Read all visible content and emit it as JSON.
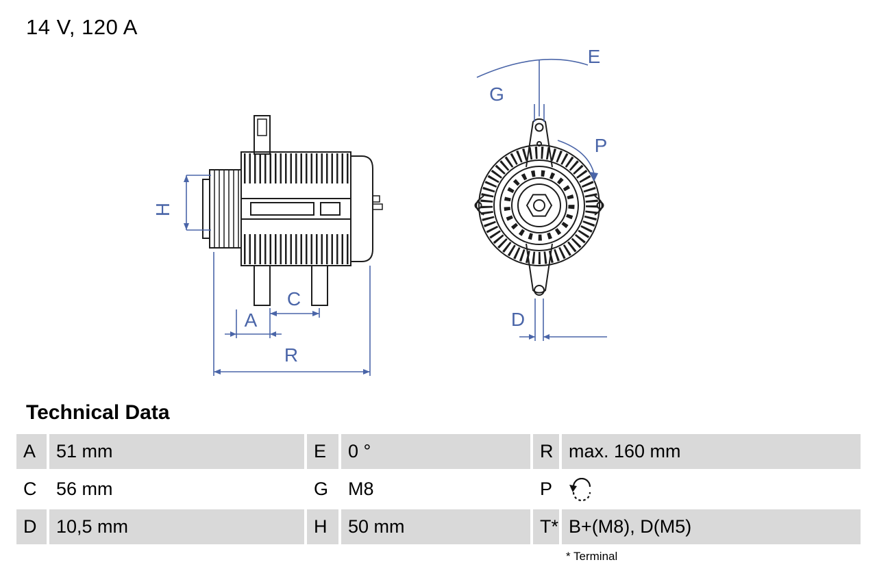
{
  "header": {
    "title": "14 V, 120 A"
  },
  "diagram": {
    "side_labels": {
      "H": "H",
      "A": "A",
      "C": "C",
      "R": "R"
    },
    "front_labels": {
      "E": "E",
      "G": "G",
      "P": "P",
      "D": "D"
    }
  },
  "technical_data": {
    "title": "Technical Data",
    "rows": [
      {
        "cells": [
          {
            "key": "A",
            "value": "51 mm"
          },
          {
            "key": "E",
            "value": "0 °"
          },
          {
            "key": "R",
            "value": "max. 160 mm"
          }
        ]
      },
      {
        "cells": [
          {
            "key": "C",
            "value": "56 mm"
          },
          {
            "key": "G",
            "value": "M8"
          },
          {
            "key": "P",
            "value": "",
            "icon": "rotation-direction-arrow"
          }
        ]
      },
      {
        "cells": [
          {
            "key": "D",
            "value": "10,5 mm"
          },
          {
            "key": "H",
            "value": "50 mm"
          },
          {
            "key": "T*",
            "value": "B+(M8), D(M5)"
          }
        ]
      }
    ],
    "footnote": "* Terminal"
  },
  "colors": {
    "dimension_blue": "#4a65a8",
    "row_gray": "#d9d9d9",
    "ink": "#1c1c1c"
  }
}
